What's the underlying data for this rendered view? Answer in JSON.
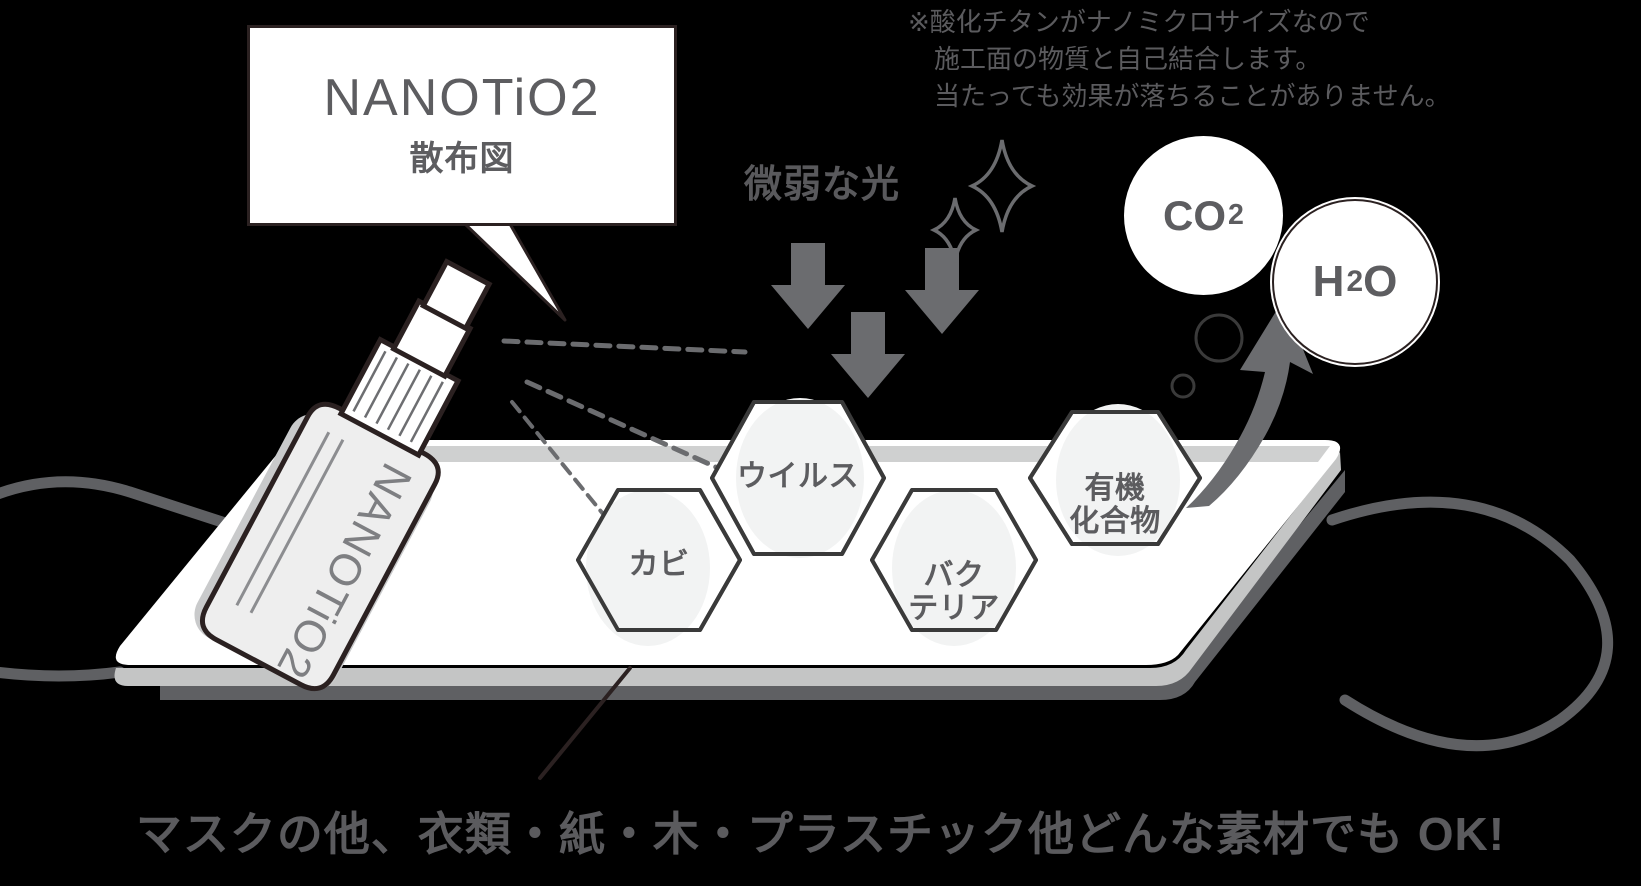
{
  "diagram": {
    "title": "NANOTiO2 散布図",
    "background_color": "#000000",
    "ink_color": "#5b5b5e",
    "outline_color": "#2b2121"
  },
  "callout": {
    "title": "NANOTiO2",
    "subtitle": "散布図"
  },
  "note": {
    "text": "※酸化チタンがナノミクロサイズなので\n　施工面の物質と自己結合します。\n　当たっても効果が落ちることがありません。"
  },
  "light": {
    "label": "微弱な光",
    "arrows": 3,
    "sparkles": 2
  },
  "bottle": {
    "label": "NANOTiO2"
  },
  "bubbles": [
    {
      "name": "co2",
      "main": "CO",
      "sub": "2"
    },
    {
      "name": "h2o",
      "main": "H",
      "sub": "2",
      "tail": "O"
    }
  ],
  "hexagons": [
    {
      "name": "mold",
      "label": "カビ"
    },
    {
      "name": "virus",
      "label": "ウイルス"
    },
    {
      "name": "bacteria",
      "label": "バク\nテリア"
    },
    {
      "name": "organic",
      "label": "有機\n化合物"
    }
  ],
  "caption": {
    "text": "マスクの他、衣類・紙・木・プラスチック他どんな素材でも OK!"
  }
}
